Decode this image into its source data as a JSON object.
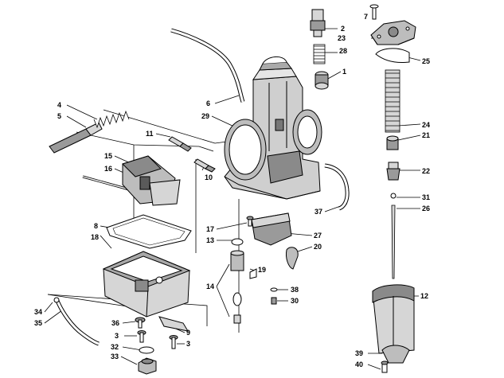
{
  "diagram": {
    "type": "exploded-parts-diagram",
    "colors": {
      "ink": "#000000",
      "fill_gray": "#d6d6d6",
      "fill_dark": "#8a8a8a",
      "background": "#ffffff"
    },
    "callouts": [
      {
        "id": "c7",
        "text": "7"
      },
      {
        "id": "c2",
        "text": "2"
      },
      {
        "id": "c23",
        "text": "23"
      },
      {
        "id": "c28",
        "text": "28"
      },
      {
        "id": "c25",
        "text": "25"
      },
      {
        "id": "c1",
        "text": "1"
      },
      {
        "id": "c4",
        "text": "4"
      },
      {
        "id": "c5",
        "text": "5"
      },
      {
        "id": "c6",
        "text": "6"
      },
      {
        "id": "c29",
        "text": "29"
      },
      {
        "id": "c24",
        "text": "24"
      },
      {
        "id": "c21",
        "text": "21"
      },
      {
        "id": "c11",
        "text": "11"
      },
      {
        "id": "c15",
        "text": "15"
      },
      {
        "id": "c16",
        "text": "16"
      },
      {
        "id": "c10",
        "text": "10"
      },
      {
        "id": "c22",
        "text": "22"
      },
      {
        "id": "c31",
        "text": "31"
      },
      {
        "id": "c26",
        "text": "26"
      },
      {
        "id": "c37",
        "text": "37"
      },
      {
        "id": "c8",
        "text": "8"
      },
      {
        "id": "c18",
        "text": "18"
      },
      {
        "id": "c17",
        "text": "17"
      },
      {
        "id": "c27",
        "text": "27"
      },
      {
        "id": "c13",
        "text": "13"
      },
      {
        "id": "c20",
        "text": "20"
      },
      {
        "id": "c19",
        "text": "19"
      },
      {
        "id": "c14",
        "text": "14"
      },
      {
        "id": "c38",
        "text": "38"
      },
      {
        "id": "c30",
        "text": "30"
      },
      {
        "id": "c12",
        "text": "12"
      },
      {
        "id": "c34",
        "text": "34"
      },
      {
        "id": "c35",
        "text": "35"
      },
      {
        "id": "c36",
        "text": "36"
      },
      {
        "id": "c9",
        "text": "9"
      },
      {
        "id": "c3a",
        "text": "3"
      },
      {
        "id": "c3b",
        "text": "3"
      },
      {
        "id": "c32",
        "text": "32"
      },
      {
        "id": "c33",
        "text": "33"
      },
      {
        "id": "c39",
        "text": "39"
      },
      {
        "id": "c40",
        "text": "40"
      }
    ]
  }
}
